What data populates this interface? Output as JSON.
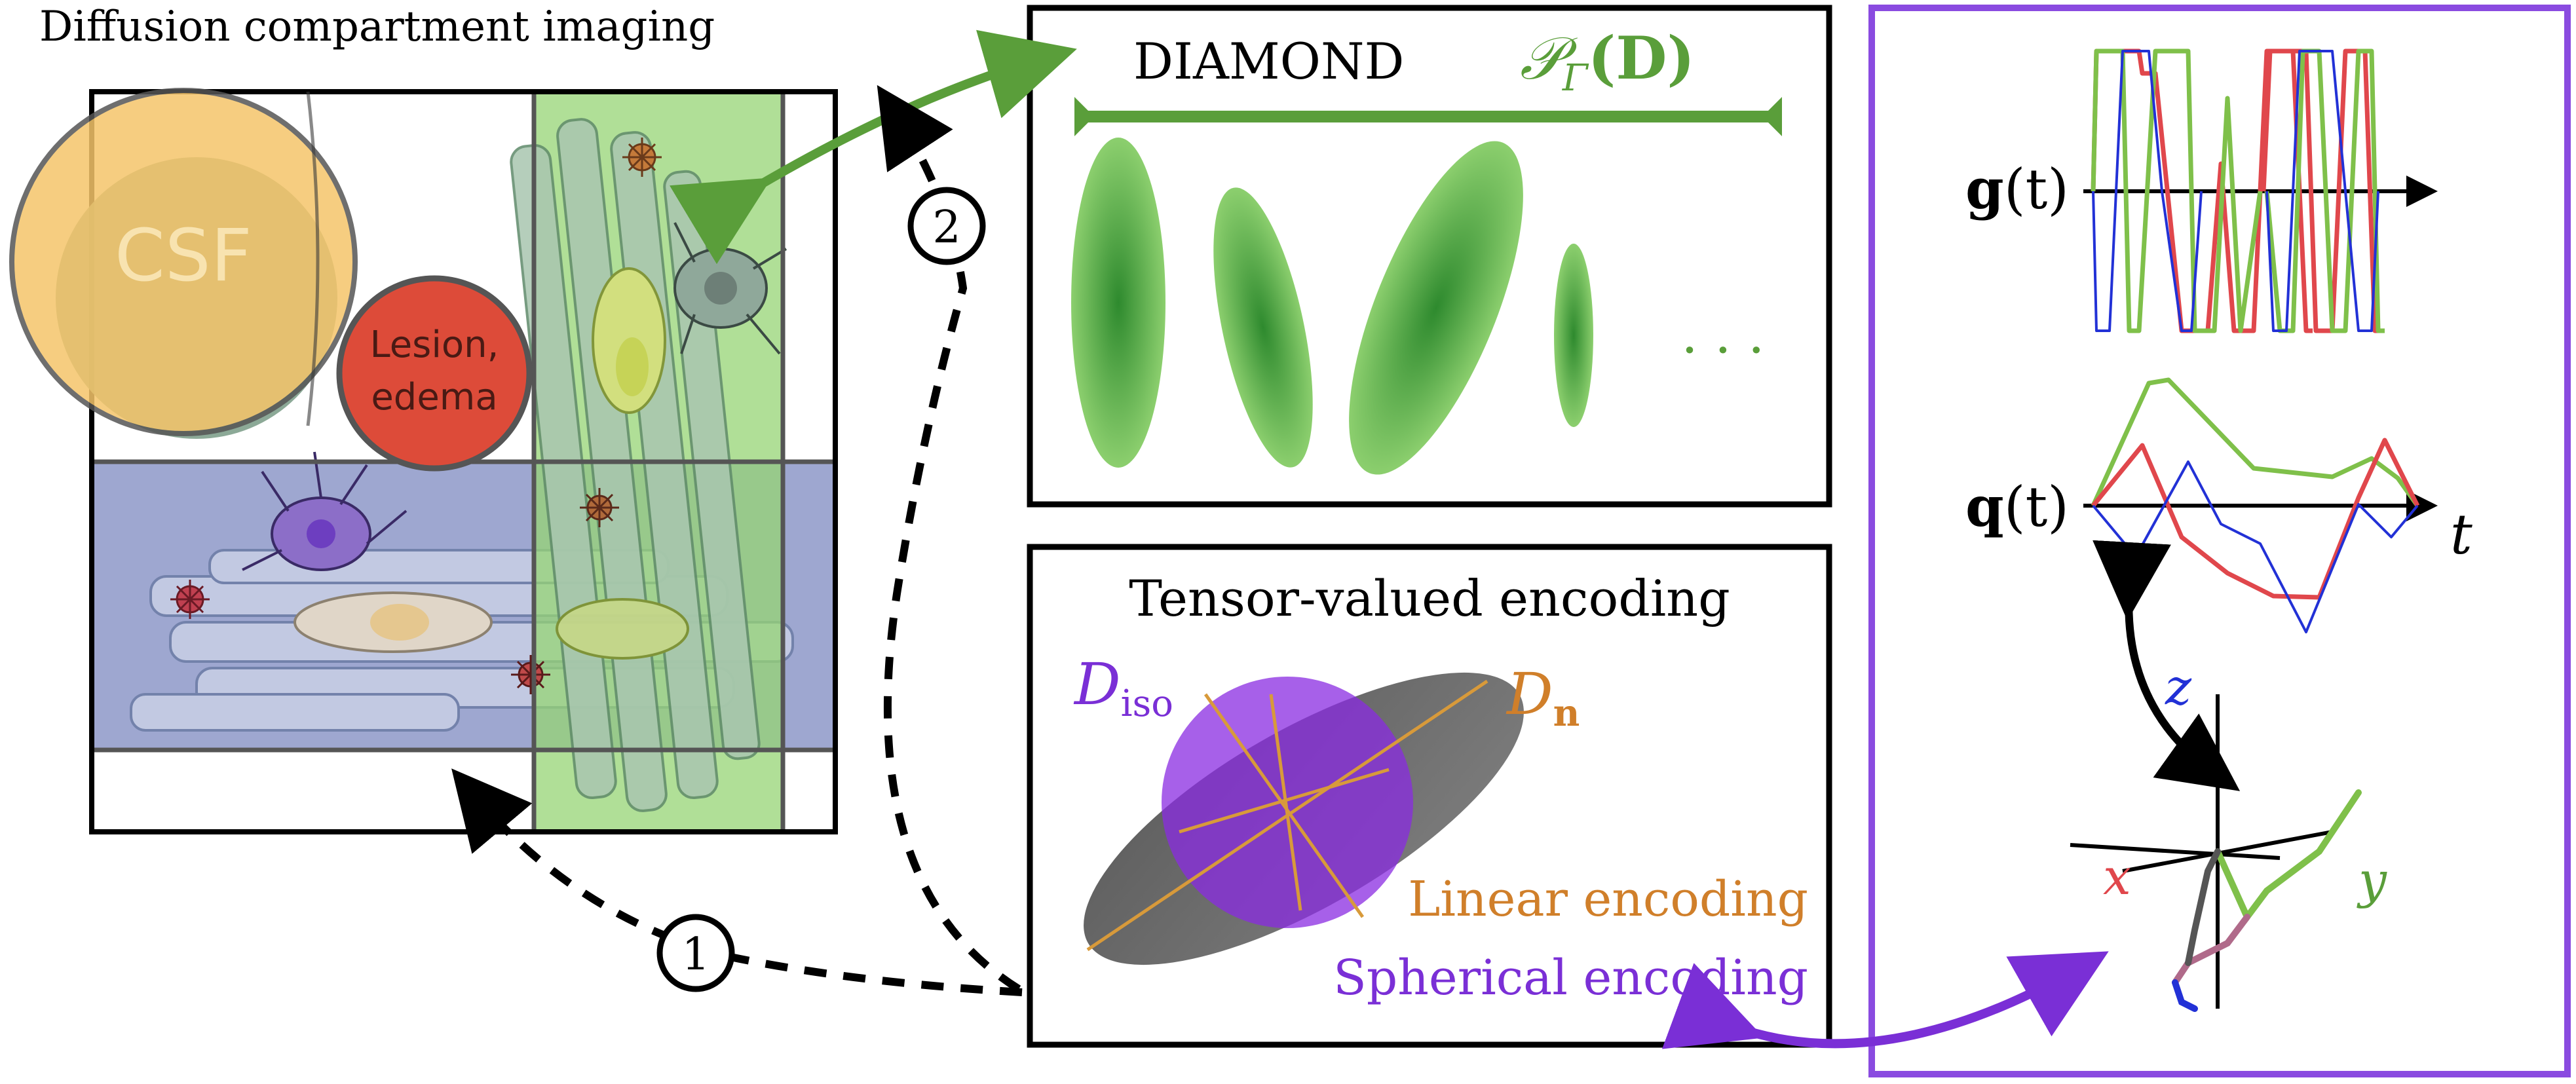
{
  "left_panel": {
    "title": "Diffusion compartment imaging",
    "csf_label": "CSF",
    "lesion_label_line1": "Lesion,",
    "lesion_label_line2": "edema"
  },
  "diamond_panel": {
    "title": "DIAMOND",
    "formula_script": "𝒫",
    "formula_sub": "Γ",
    "formula_arg": "(D)",
    "ellipsis": "· · ·"
  },
  "tensor_panel": {
    "title": "Tensor-valued encoding",
    "d_iso_main": "D",
    "d_iso_sub": "iso",
    "d_n_main": "D",
    "d_n_sub": "n",
    "linear_label": "Linear encoding",
    "spherical_label": "Spherical encoding"
  },
  "waveform_panel": {
    "g_label_bold": "g",
    "g_label_arg": "(t)",
    "q_label_bold": "q",
    "q_label_arg": "(t)",
    "t_label": "t",
    "axis_x": "x",
    "axis_y": "y",
    "axis_z": "z"
  },
  "markers": {
    "step1": "1",
    "step2": "2"
  },
  "colors": {
    "diamond_green": "#5a9e3a",
    "encoding_orange": "#d07f2a",
    "spherical_purple": "#7a2fd6",
    "panel_purple": "#8a4be0",
    "csf_yellow": "#f5c56a",
    "lesion_red": "#dd4b39",
    "waveform_red": "#e0474c",
    "waveform_green": "#7fc04a",
    "waveform_blue": "#2231d6"
  }
}
